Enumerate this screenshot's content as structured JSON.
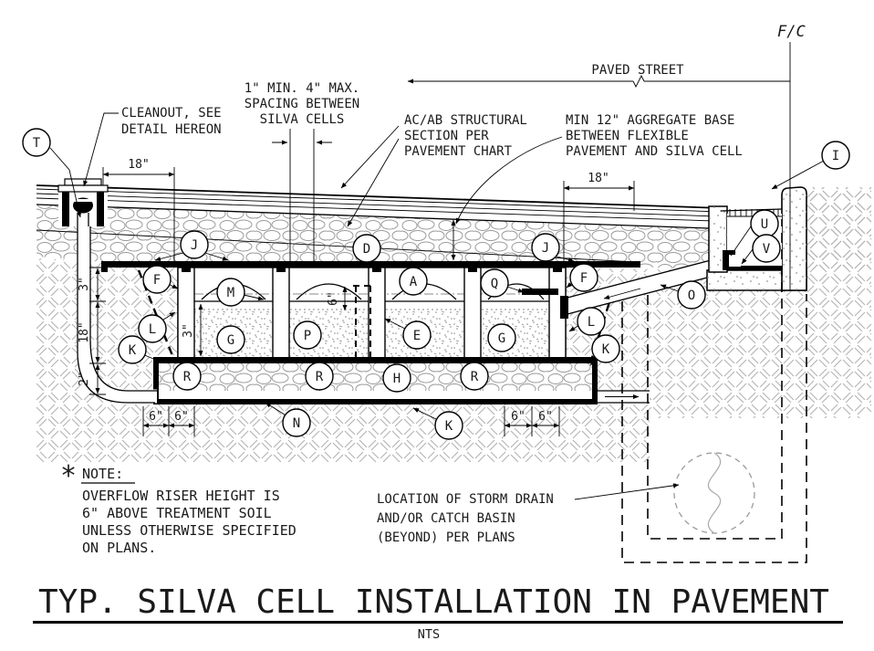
{
  "annotations": {
    "fc": "F/C",
    "paved_street": "PAVED STREET",
    "cleanout": [
      "CLEANOUT, SEE",
      "DETAIL HEREON"
    ],
    "spacing": [
      "1\" MIN. 4\" MAX.",
      "SPACING BETWEEN",
      "SILVA CELLS"
    ],
    "acab": [
      "AC/AB STRUCTURAL",
      "SECTION PER",
      "PAVEMENT CHART"
    ],
    "aggregate": [
      "MIN 12\" AGGREGATE BASE",
      "BETWEEN FLEXIBLE",
      "PAVEMENT AND SILVA CELL"
    ],
    "storm_drain": [
      "LOCATION OF STORM DRAIN",
      "AND/OR CATCH BASIN",
      "(BEYOND) PER PLANS"
    ]
  },
  "note": {
    "asterisk": "*",
    "header": "NOTE:",
    "lines": [
      "OVERFLOW RISER HEIGHT IS",
      "6\" ABOVE TREATMENT SOIL",
      "UNLESS OTHERWISE SPECIFIED",
      "ON PLANS."
    ]
  },
  "dimensions": {
    "top_left": "18\"",
    "top_right": "18\"",
    "left_stack": [
      "3\"",
      "18\"",
      "2\""
    ],
    "riser_height": "6\"",
    "soil_cover": "3\"",
    "bottom_left": [
      "6\"",
      "6\""
    ],
    "bottom_right": [
      "6\"",
      "6\""
    ]
  },
  "callouts": {
    "t": "T",
    "i": "I",
    "j1": "J",
    "d": "D",
    "j2": "J",
    "f1": "F",
    "m": "M",
    "a": "A",
    "q": "Q",
    "f2": "F",
    "l1": "L",
    "k1": "K",
    "l2": "L",
    "k2": "K",
    "o": "O",
    "u": "U",
    "v": "V",
    "g1": "G",
    "p": "P",
    "e": "E",
    "g2": "G",
    "r1": "R",
    "r2": "R",
    "h": "H",
    "r3": "R",
    "n": "N",
    "k3": "K"
  },
  "title": {
    "text": "TYP. SILVA CELL INSTALLATION IN PAVEMENT",
    "scale": "NTS"
  }
}
